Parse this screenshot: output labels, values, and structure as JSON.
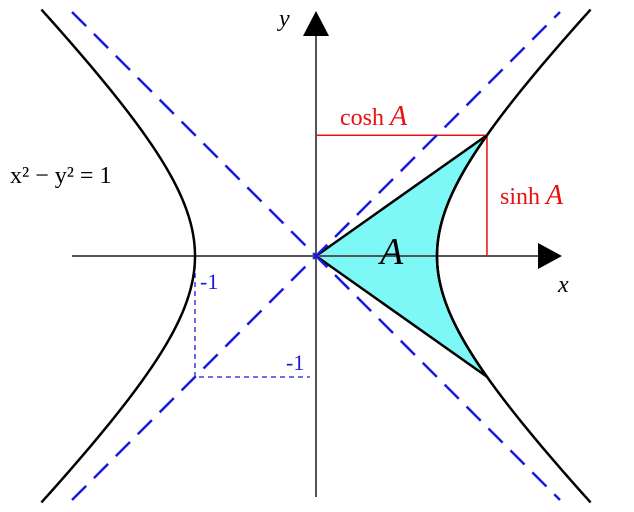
{
  "diagram": {
    "equation_label": "x² − y² = 1",
    "x_axis_label": "x",
    "y_axis_label": "y",
    "area_label": "A",
    "cosh_label_prefix": "cosh ",
    "sinh_label_prefix": "sinh ",
    "cosh_label_var": "A",
    "sinh_label_var": "A",
    "neg_one_x_label": "-1",
    "neg_one_y_label": "-1",
    "parameter_A": 0.88,
    "colors": {
      "curve": "#000000",
      "axes": "#555555",
      "asymptotes": "#1a1adb",
      "fill": "#7ef7f7",
      "annotation": "#e81010"
    }
  }
}
